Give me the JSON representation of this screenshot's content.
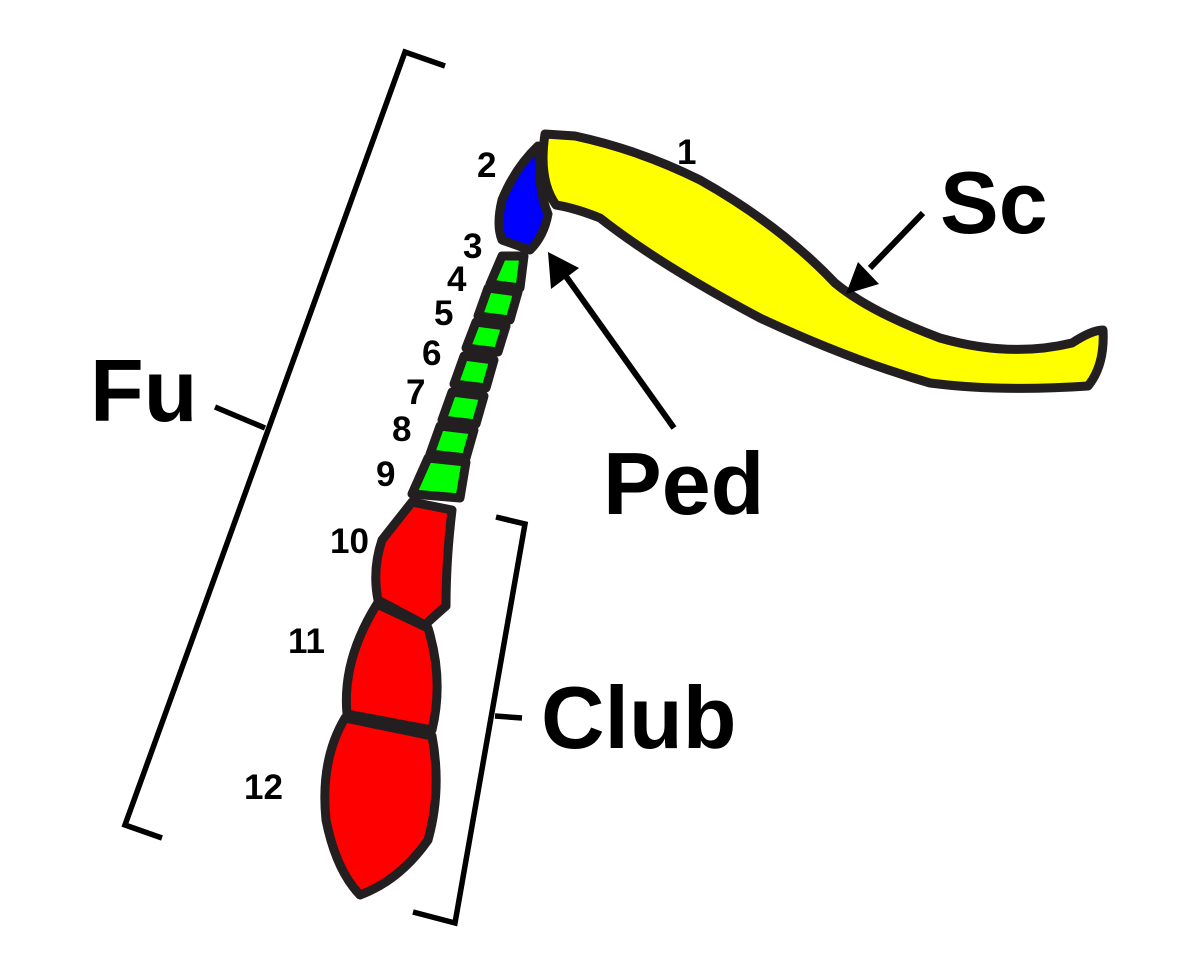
{
  "labels": {
    "scape": "Sc",
    "pedicel": "Ped",
    "funicle": "Fu",
    "club": "Club"
  },
  "segment_numbers": [
    "1",
    "2",
    "3",
    "4",
    "5",
    "6",
    "7",
    "8",
    "9",
    "10",
    "11",
    "12"
  ],
  "colors": {
    "scape": "#ffff00",
    "pedicel": "#0000ff",
    "funicle": "#00ff00",
    "club": "#ff0000",
    "outline": "#231f20"
  }
}
